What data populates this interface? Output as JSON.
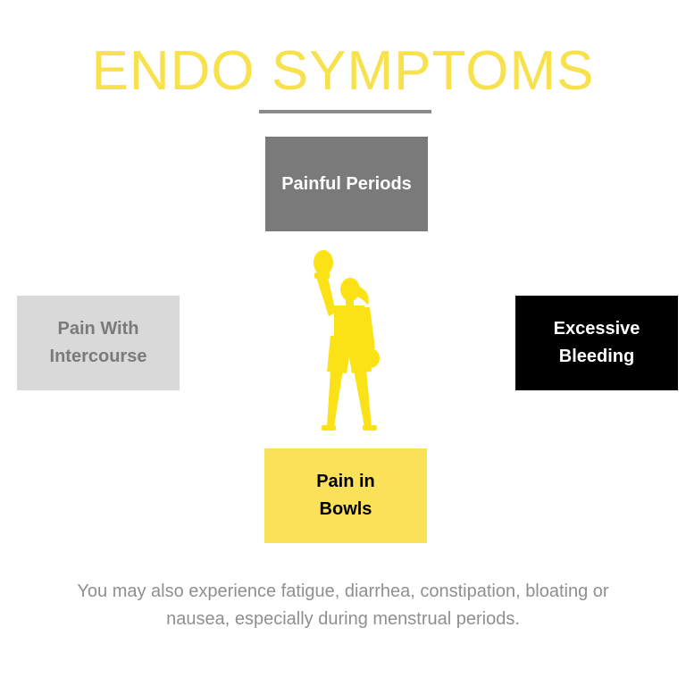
{
  "title": "ENDO SYMPTOMS",
  "symptoms": {
    "top": {
      "lines": [
        "Painful Periods"
      ],
      "bg": "#7a7a7a",
      "fg": "#ffffff"
    },
    "left": {
      "lines": [
        "Pain With",
        "Intercourse"
      ],
      "bg": "#d9d9d9",
      "fg": "#7a7a7a"
    },
    "right": {
      "lines": [
        "Excessive",
        "Bleeding"
      ],
      "bg": "#000000",
      "fg": "#ffffff"
    },
    "bottom": {
      "lines": [
        "Pain in",
        "Bowls"
      ],
      "bg": "#fbe05a",
      "fg": "#000000"
    }
  },
  "footnote": {
    "line1": "You may also experience fatigue, diarrhea, constipation, bloating or",
    "line2": "nausea, especially during menstrual periods."
  },
  "colors": {
    "accent_yellow": "#f7e14c",
    "divider": "#8a8a8a",
    "figure": "#fbe216",
    "footnote_text": "#8f8f8f"
  },
  "icons": {
    "center_figure": "boxer-woman-silhouette-icon"
  }
}
